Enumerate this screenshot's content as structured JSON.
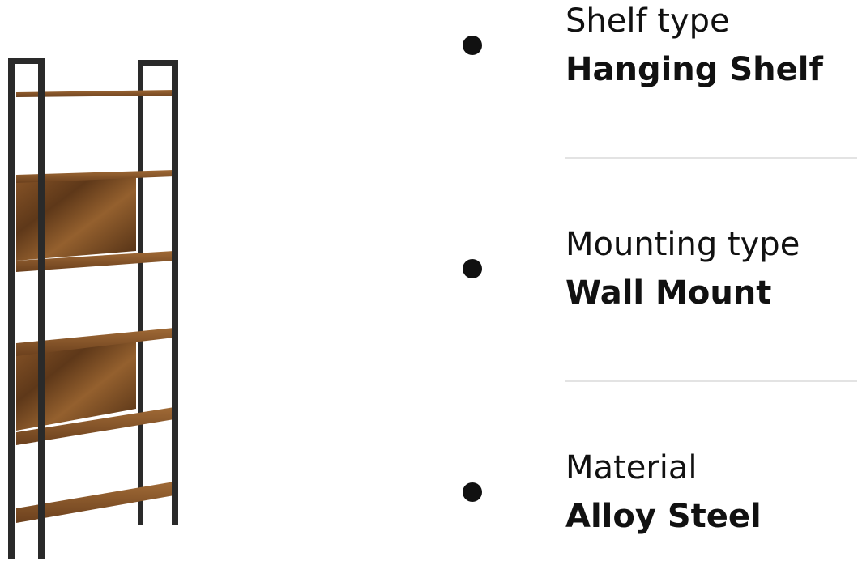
{
  "product": {
    "image_icon": "bookshelf-product-image",
    "frame_color": "#2a2a2a",
    "wood_color": "#7a4a24"
  },
  "specs": [
    {
      "label": "Shelf type",
      "value": "Hanging Shelf"
    },
    {
      "label": "Mounting type",
      "value": "Wall Mount"
    },
    {
      "label": "Material",
      "value": "Alloy Steel"
    }
  ]
}
